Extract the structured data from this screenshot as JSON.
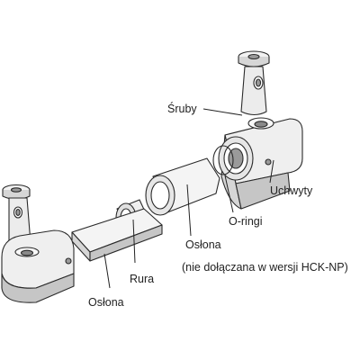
{
  "diagram": {
    "labels": {
      "screws": "Śruby",
      "holders": "Uchwyty",
      "o_rings": "O-ringi",
      "cover_top": "Osłona",
      "cover_top_note": "(nie dołączana w wersji HCK-NP)",
      "tube": "Rura",
      "cover_bottom": "Osłona"
    },
    "colors": {
      "line": "#222222",
      "part_light": "#f2f2f2",
      "part_mid": "#d6d6d6",
      "part_dark": "#9a9a9a"
    }
  }
}
